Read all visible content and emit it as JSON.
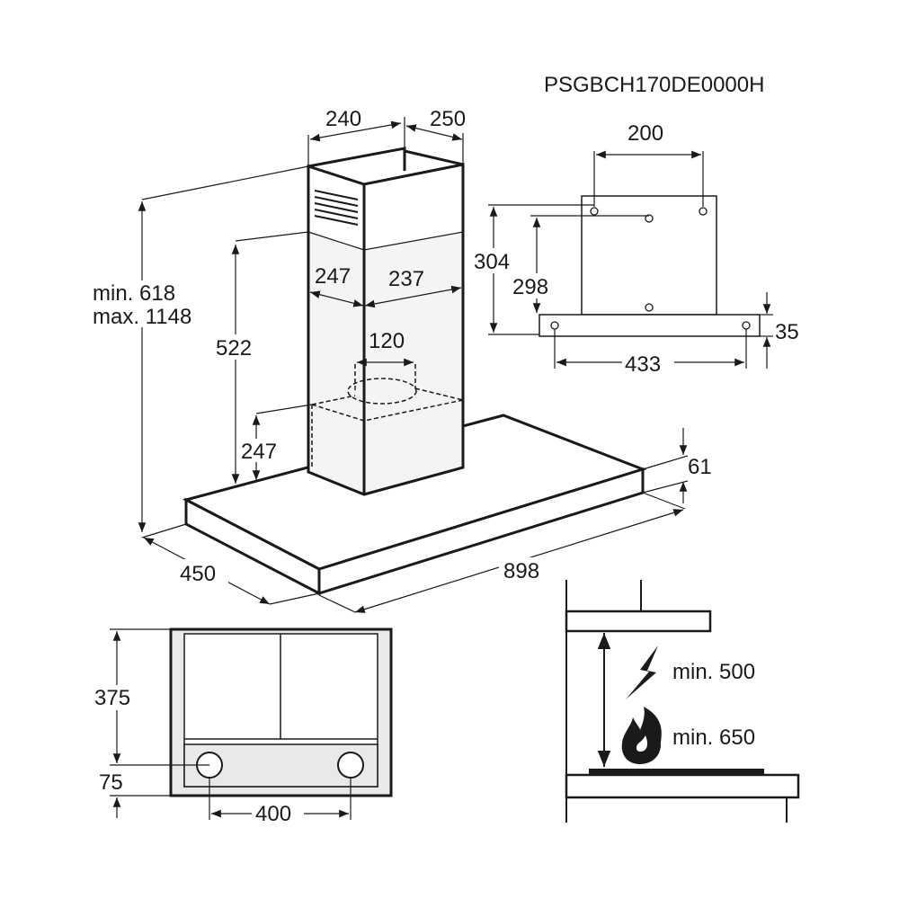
{
  "model_code": "PSGBCH170DE0000H",
  "main_view": {
    "chimney_width": "240",
    "chimney_depth": "250",
    "height_min": "min. 618",
    "height_max": "max. 1148",
    "height_522": "522",
    "lower_247": "247",
    "inner_width": "247",
    "inner_depth": "237",
    "outlet": "120",
    "depth": "450",
    "width": "898",
    "canopy_thickness": "61"
  },
  "bracket_view": {
    "hole_spacing": "200",
    "height_304": "304",
    "height_298": "298",
    "plate_width": "433",
    "plate_thickness": "35"
  },
  "bottom_view": {
    "depth_375": "375",
    "offset_75": "75",
    "light_spacing": "400"
  },
  "clearance_view": {
    "electric_label": "min. 500",
    "gas_label": "min. 650",
    "icons": [
      "lightning-icon",
      "flame-icon"
    ]
  }
}
